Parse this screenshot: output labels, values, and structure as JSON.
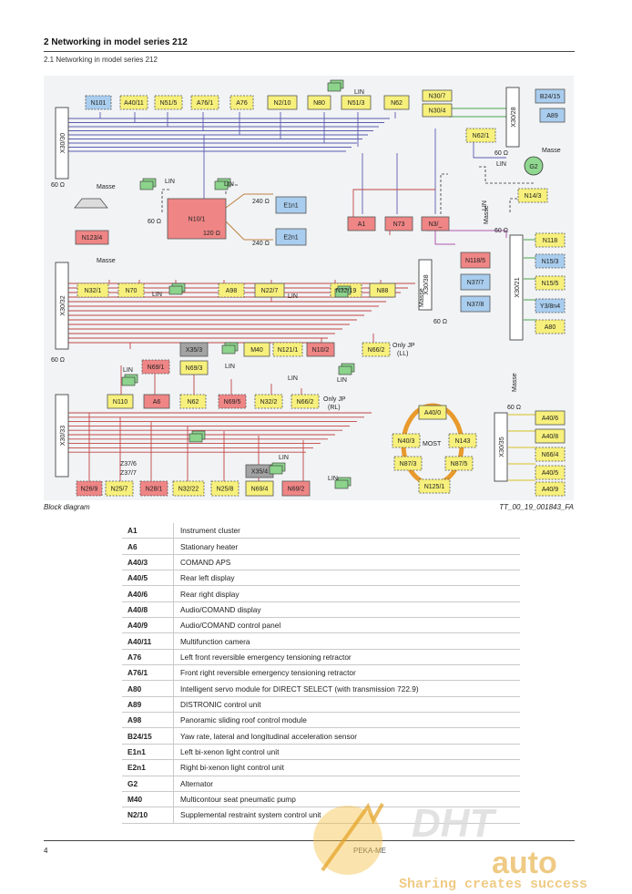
{
  "header": {
    "section_title": "2 Networking in model series 212",
    "subsection": "2.1 Networking in model series 212"
  },
  "diagram": {
    "caption_left": "Block diagram",
    "caption_right": "TT_00_19_001843_FA",
    "connectors": {
      "x30_30": "X30/30",
      "x30_32": "X30/32",
      "x30_33": "X30/33",
      "x30_28": "X30/28",
      "x30_21": "X30/21",
      "x30_38": "X30/38",
      "x30_35": "X30/35"
    },
    "labels": {
      "masse": "Masse",
      "lin": "LIN",
      "ohm60": "60 Ω",
      "ohm120": "120 Ω",
      "ohm240": "240 Ω",
      "most": "MOST",
      "only_jp_ll_1": "Only JP",
      "only_jp_ll_2": "(LL)",
      "only_jp_rl_1": "Only JP",
      "only_jp_rl_2": "(RL)",
      "z37_6": "Z37/6",
      "z37_7": "Z37/7"
    },
    "modules": {
      "N101": "N101",
      "A40_11": "A40/11",
      "N51_5": "N51/5",
      "A76_1": "A76/1",
      "A76": "A76",
      "N2_10": "N2/10",
      "N80": "N80",
      "N51_3": "N51/3",
      "N62_top": "N62",
      "N30_7": "N30/7",
      "N30_4": "N30/4",
      "B24_15": "B24/15",
      "A89": "A89",
      "N62_1": "N62/1",
      "G2": "G2",
      "N14_3": "N14/3",
      "N10_1": "N10/1",
      "E1n1": "E1n1",
      "E2n1": "E2n1",
      "N123_4": "N123/4",
      "A1": "A1",
      "N73": "N73",
      "N3": "N3/_",
      "N118": "N118",
      "N15_3": "N15/3",
      "N15_5": "N15/5",
      "Y3_8n4": "Y3/8n4",
      "A80": "A80",
      "N118_5": "N118/5",
      "N37_7": "N37/7",
      "N37_8": "N37/8",
      "N32_1": "N32/1",
      "N70": "N70",
      "A98": "A98",
      "N22_7": "N22/7",
      "N32_19": "N32/19",
      "N88": "N88",
      "X35_3": "X35/3",
      "M40": "M40",
      "N121_1": "N121/1",
      "N10_2": "N10/2",
      "N66_2_ll": "N66/2",
      "N69_1": "N69/1",
      "N69_3": "N69/3",
      "N110": "N110",
      "A6": "A6",
      "N62_mid": "N62",
      "N69_5": "N69/5",
      "N32_2": "N32/2",
      "N66_2_rl": "N66/2",
      "A40_0": "A40/0",
      "N40_3": "N40/3",
      "N143": "N143",
      "N87_3": "N87/3",
      "N87_5": "N87/5",
      "N125_1": "N125/1",
      "A40_6": "A40/6",
      "A40_8": "A40/8",
      "N66_4": "N66/4",
      "A40_5": "A40/5",
      "A40_9": "A40/9",
      "N26_9": "N26/9",
      "N25_7": "N25/7",
      "N28_1": "N28/1",
      "N32_22": "N32/22",
      "N25_8": "N25/8",
      "X35_4": "X35/4",
      "N69_4": "N69/4",
      "N69_2": "N69/2"
    },
    "colors": {
      "yellow_module": "#f7f07c",
      "blue_module": "#a9cdee",
      "red_module": "#ef8585",
      "gray_module": "#a3a3a3",
      "lin_green": "#8cd38c",
      "can_red": "#c24444",
      "can_blue": "#5c5cae",
      "most_orange": "#e89a2c",
      "background": "#f1f3f5"
    }
  },
  "legend": [
    {
      "code": "A1",
      "desc": "Instrument cluster"
    },
    {
      "code": "A6",
      "desc": "Stationary heater"
    },
    {
      "code": "A40/3",
      "desc": "COMAND APS"
    },
    {
      "code": "A40/5",
      "desc": "Rear left display"
    },
    {
      "code": "A40/6",
      "desc": "Rear right display"
    },
    {
      "code": "A40/8",
      "desc": "Audio/COMAND display"
    },
    {
      "code": "A40/9",
      "desc": "Audio/COMAND control panel"
    },
    {
      "code": "A40/11",
      "desc": "Multifunction camera"
    },
    {
      "code": "A76",
      "desc": "Left front reversible emergency tensioning retractor"
    },
    {
      "code": "A76/1",
      "desc": "Front right reversible emergency tensioning retractor"
    },
    {
      "code": "A80",
      "desc": "Intelligent servo module for DIRECT SELECT (with transmission 722.9)"
    },
    {
      "code": "A89",
      "desc": "DISTRONIC control unit"
    },
    {
      "code": "A98",
      "desc": "Panoramic sliding roof control module"
    },
    {
      "code": "B24/15",
      "desc": "Yaw rate, lateral and longitudinal acceleration sensor"
    },
    {
      "code": "E1n1",
      "desc": "Left bi-xenon light control unit"
    },
    {
      "code": "E2n1",
      "desc": "Right bi-xenon light control unit"
    },
    {
      "code": "G2",
      "desc": "Alternator"
    },
    {
      "code": "M40",
      "desc": "Multicontour seat pneumatic pump"
    },
    {
      "code": "N2/10",
      "desc": "Supplemental restraint system control unit"
    }
  ],
  "footer": {
    "page_number": "4",
    "text": "PEKA-ME"
  },
  "watermark": {
    "brand_top": "DHT",
    "brand_bottom": "auto",
    "slogan": "Sharing creates success"
  }
}
